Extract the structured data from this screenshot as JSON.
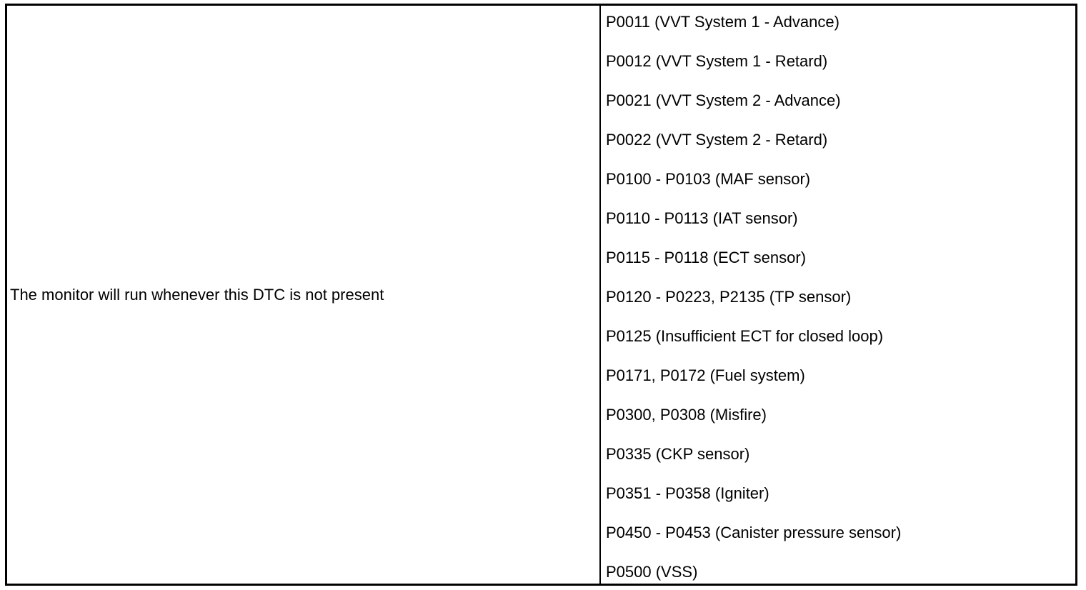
{
  "table": {
    "condition_text": "The monitor will run whenever this DTC is not present",
    "dtc_items": [
      "P0011 (VVT System 1 - Advance)",
      "P0012 (VVT System 1 - Retard)",
      "P0021 (VVT System 2 - Advance)",
      "P0022 (VVT System 2 - Retard)",
      "P0100 - P0103 (MAF sensor)",
      "P0110 - P0113 (IAT sensor)",
      "P0115 - P0118 (ECT sensor)",
      "P0120 - P0223, P2135 (TP sensor)",
      "P0125 (Insufficient ECT for closed loop)",
      "P0171, P0172 (Fuel system)",
      "P0300, P0308 (Misfire)",
      "P0335 (CKP sensor)",
      "P0351 - P0358 (Igniter)",
      "P0450 - P0453 (Canister pressure sensor)",
      "P0500 (VSS)"
    ]
  }
}
